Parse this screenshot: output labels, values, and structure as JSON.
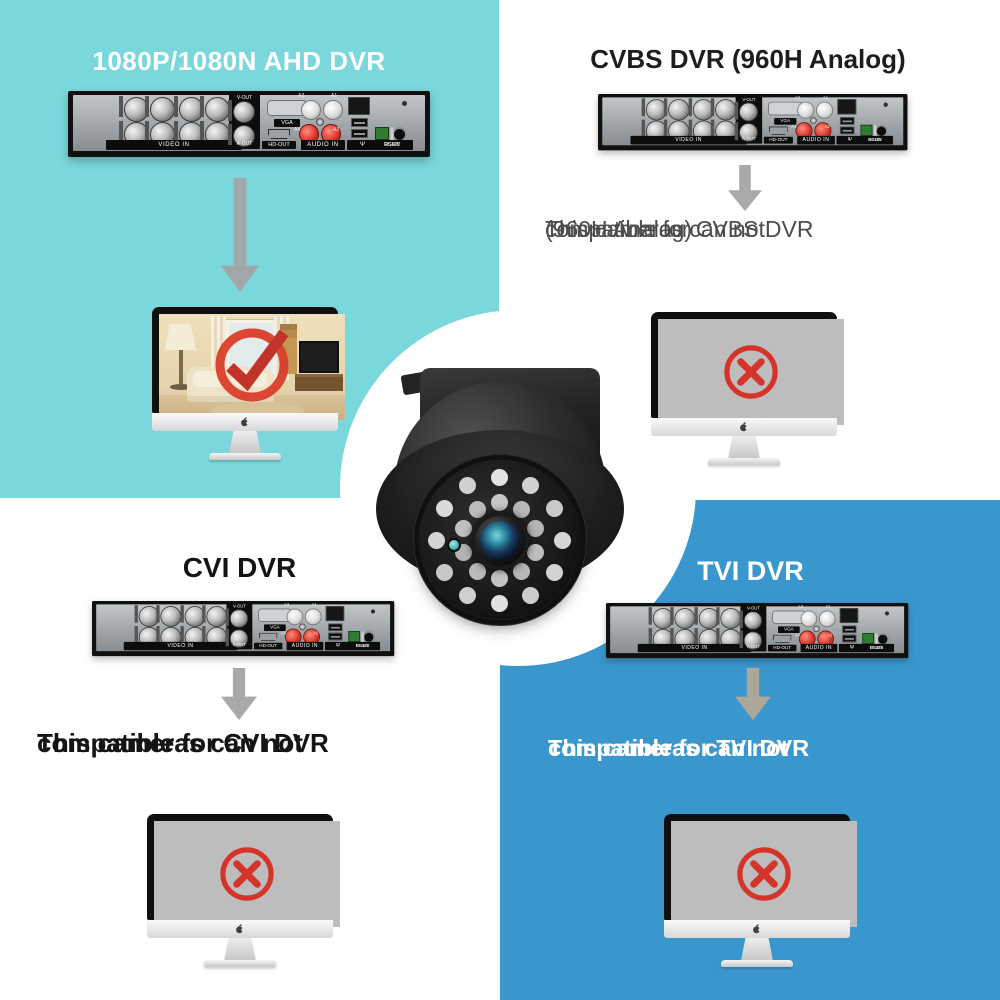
{
  "sections": {
    "ahd": {
      "title": "1080P/1080N AHD DVR"
    },
    "cvbs": {
      "title": "CVBS DVR (960H Analog)",
      "note": [
        "This cameras can not",
        "compatible for CVBS DVR",
        "(960H Analog)"
      ]
    },
    "cvi": {
      "title": "CVI DVR",
      "note": [
        "This cameras can not",
        "compatible for CVI DVR"
      ]
    },
    "tvi": {
      "title": "TVI DVR",
      "note": [
        "This cameras can not",
        "compatible for TVI DVR"
      ]
    }
  },
  "dvr": {
    "labels": {
      "video_in": "VIDEO IN",
      "v_out": "V-OUT",
      "a_out": "A-OUT",
      "vga": "VGA",
      "hd_out": "HD-OUT",
      "audio_in": "AUDIO IN",
      "rs485": "RS485",
      "dc12v": "DC12V",
      "a1": "A1",
      "a2": "A2",
      "a3": "A3",
      "a4": "A4"
    }
  },
  "icons": {
    "usb": "Ψ",
    "cross": "cross-circle-icon",
    "check": "check-circle-icon",
    "apple": "apple-logo-icon",
    "arrow": "arrow-down-icon"
  },
  "colors": {
    "teal_bg": "#7ad7dc",
    "blue_bg": "#3a97cd",
    "error_red": "#d5342a",
    "check_red": "#d8402c",
    "arrow_gray": "#a9a9a9"
  }
}
